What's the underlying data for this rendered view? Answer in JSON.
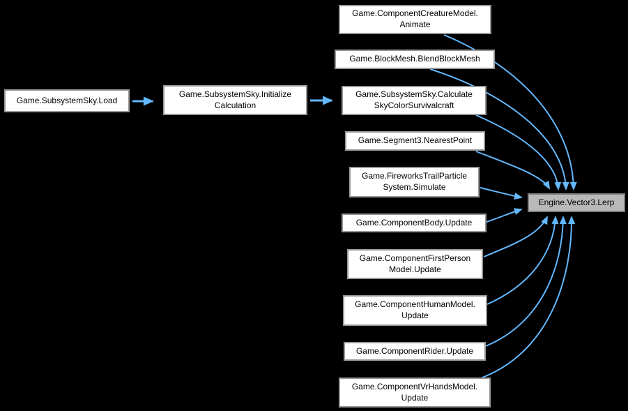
{
  "diagram": {
    "type": "call-graph",
    "background_color": "#000000",
    "edge_color": "#63b8ff",
    "node_fill_color": "#ffffff",
    "node_border_color": "#989898",
    "target_fill_color": "#b9b9b9",
    "target_border_color": "#7e7e7e",
    "nodes": {
      "load": {
        "label": "Game.SubsystemSky.Load"
      },
      "initialize": {
        "label": "Game.SubsystemSky.Initialize\nCalculation"
      },
      "creature": {
        "label": "Game.ComponentCreatureModel.\nAnimate"
      },
      "blend": {
        "label": "Game.BlockMesh.BlendBlockMesh"
      },
      "calcsky": {
        "label": "Game.SubsystemSky.Calculate\nSkyColorSurvivalcraft"
      },
      "nearest": {
        "label": "Game.Segment3.NearestPoint"
      },
      "fireworks": {
        "label": "Game.FireworksTrailParticle\nSystem.Simulate"
      },
      "body": {
        "label": "Game.ComponentBody.Update"
      },
      "firstperson": {
        "label": "Game.ComponentFirstPerson\nModel.Update"
      },
      "human": {
        "label": "Game.ComponentHumanModel.\nUpdate"
      },
      "rider": {
        "label": "Game.ComponentRider.Update"
      },
      "vrhands": {
        "label": "Game.ComponentVrHandsModel.\nUpdate"
      },
      "lerp": {
        "label": "Engine.Vector3.Lerp"
      }
    },
    "edges": [
      {
        "from": "Game.SubsystemSky.Load",
        "to": "Game.SubsystemSky.InitializeCalculation"
      },
      {
        "from": "Game.SubsystemSky.InitializeCalculation",
        "to": "Game.SubsystemSky.CalculateSkyColorSurvivalcraft"
      },
      {
        "from": "Game.ComponentCreatureModel.Animate",
        "to": "Engine.Vector3.Lerp"
      },
      {
        "from": "Game.BlockMesh.BlendBlockMesh",
        "to": "Engine.Vector3.Lerp"
      },
      {
        "from": "Game.SubsystemSky.CalculateSkyColorSurvivalcraft",
        "to": "Engine.Vector3.Lerp"
      },
      {
        "from": "Game.Segment3.NearestPoint",
        "to": "Engine.Vector3.Lerp"
      },
      {
        "from": "Game.FireworksTrailParticleSystem.Simulate",
        "to": "Engine.Vector3.Lerp"
      },
      {
        "from": "Game.ComponentBody.Update",
        "to": "Engine.Vector3.Lerp"
      },
      {
        "from": "Game.ComponentFirstPersonModel.Update",
        "to": "Engine.Vector3.Lerp"
      },
      {
        "from": "Game.ComponentHumanModel.Update",
        "to": "Engine.Vector3.Lerp"
      },
      {
        "from": "Game.ComponentRider.Update",
        "to": "Engine.Vector3.Lerp"
      },
      {
        "from": "Game.ComponentVrHandsModel.Update",
        "to": "Engine.Vector3.Lerp"
      }
    ]
  }
}
